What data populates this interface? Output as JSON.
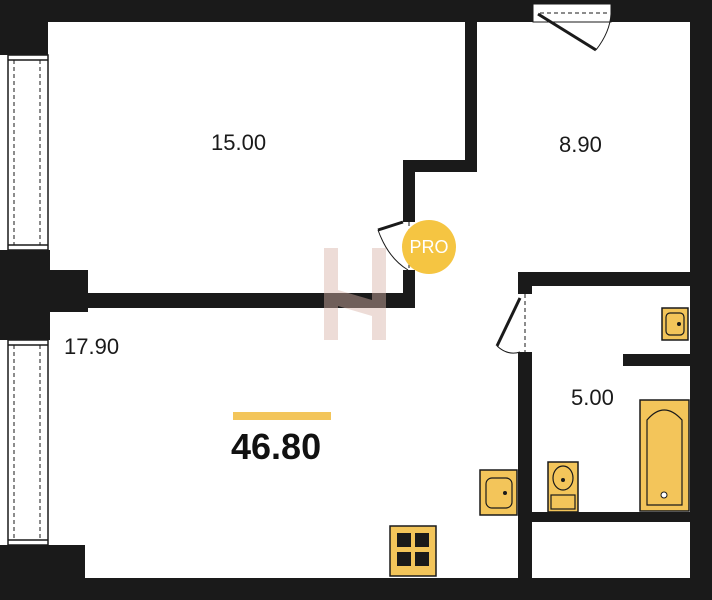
{
  "rooms": {
    "room_top_left": "15.00",
    "room_top_right": "8.90",
    "room_main": "17.90",
    "bathroom": "5.00"
  },
  "total_area": "46.80",
  "watermark": {
    "badge_text": "PRO"
  },
  "colors": {
    "wall": "#1a1a1a",
    "fixture_fill": "#f3c55a",
    "accent_bar": "#f3c55a",
    "badge": "#f5c542",
    "watermark_logo": "#d8b3a8"
  }
}
